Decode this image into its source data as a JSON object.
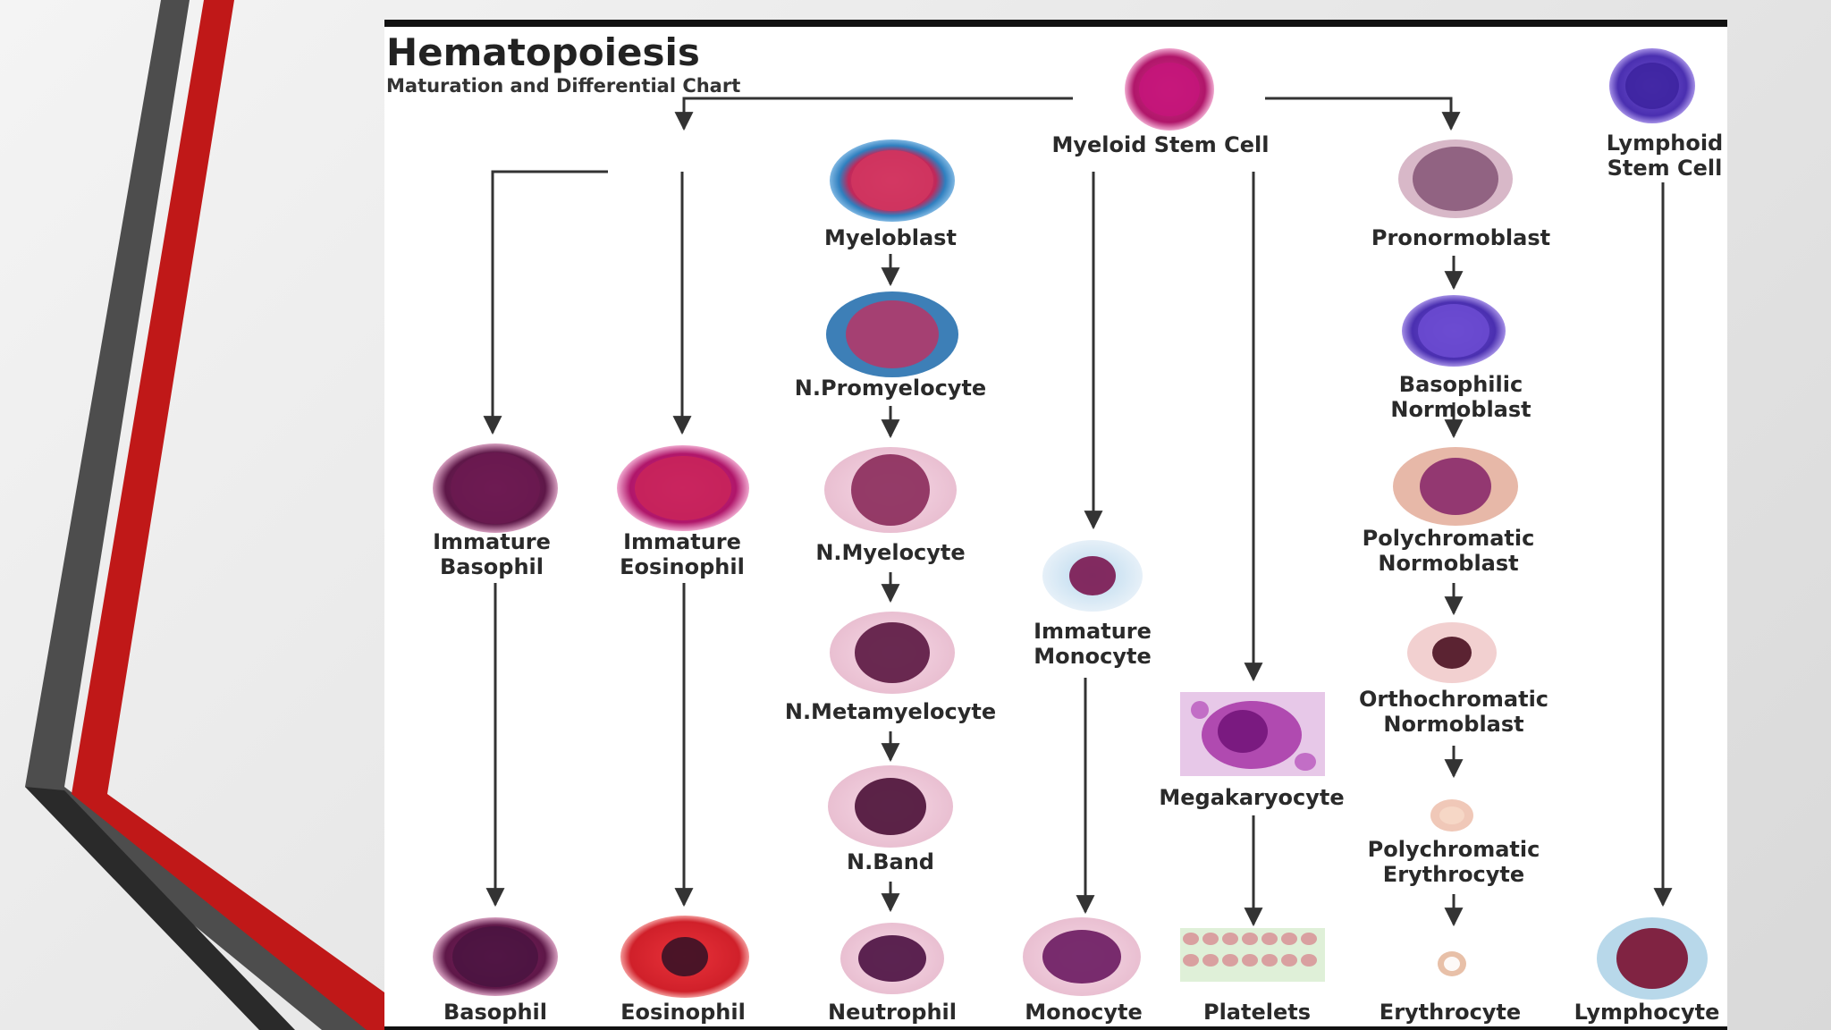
{
  "title": "Hematopoiesis",
  "subtitle": "Maturation and Differential Chart",
  "colors": {
    "slide_stripe_gray": "#4a4a4a",
    "slide_stripe_red": "#c01818",
    "slide_stripe_dark": "#222222",
    "arrow": "#333333",
    "label": "#2a2a2a"
  },
  "nodes": {
    "myeloid_stem": {
      "label": "Myeloid Stem Cell",
      "cell": "myeloid-stem-cell-image"
    },
    "lymphoid_stem": {
      "label": "Lymphoid\nStem Cell",
      "cell": "lymphoid-stem-cell-image"
    },
    "myeloblast": {
      "label": "Myeloblast",
      "cell": "myeloblast-image"
    },
    "promyelocyte": {
      "label": "N.Promyelocyte",
      "cell": "promyelocyte-image"
    },
    "myelocyte": {
      "label": "N.Myelocyte",
      "cell": "myelocyte-image"
    },
    "metamyelocyte": {
      "label": "N.Metamyelocyte",
      "cell": "metamyelocyte-image"
    },
    "band": {
      "label": "N.Band",
      "cell": "band-image"
    },
    "neutrophil": {
      "label": "Neutrophil",
      "cell": "neutrophil-image"
    },
    "imm_basophil": {
      "label": "Immature\nBasophil",
      "cell": "immature-basophil-image"
    },
    "basophil": {
      "label": "Basophil",
      "cell": "basophil-image"
    },
    "imm_eosinophil": {
      "label": "Immature\nEosinophil",
      "cell": "immature-eosinophil-image"
    },
    "eosinophil": {
      "label": "Eosinophil",
      "cell": "eosinophil-image"
    },
    "imm_monocyte": {
      "label": "Immature\nMonocyte",
      "cell": "immature-monocyte-image"
    },
    "monocyte": {
      "label": "Monocyte",
      "cell": "monocyte-image"
    },
    "megakaryocyte": {
      "label": "Megakaryocyte",
      "cell": "megakaryocyte-image"
    },
    "platelets": {
      "label": "Platelets",
      "cell": "platelets-image"
    },
    "pronormoblast": {
      "label": "Pronormoblast",
      "cell": "pronormoblast-image"
    },
    "basophilic_normoblast": {
      "label": "Basophilic Normoblast",
      "cell": "basophilic-normoblast-image"
    },
    "polychromatic_normoblast": {
      "label": "Polychromatic\nNormoblast",
      "cell": "polychromatic-normoblast-image"
    },
    "orthochromatic_normoblast": {
      "label": "Orthochromatic\nNormoblast",
      "cell": "orthochromatic-normoblast-image"
    },
    "polychromatic_erythrocyte": {
      "label": "Polychromatic\nErythrocyte",
      "cell": "polychromatic-erythrocyte-image"
    },
    "erythrocyte": {
      "label": "Erythrocyte",
      "cell": "erythrocyte-image"
    },
    "lymphocyte": {
      "label": "Lymphocyte",
      "cell": "lymphocyte-image"
    }
  }
}
